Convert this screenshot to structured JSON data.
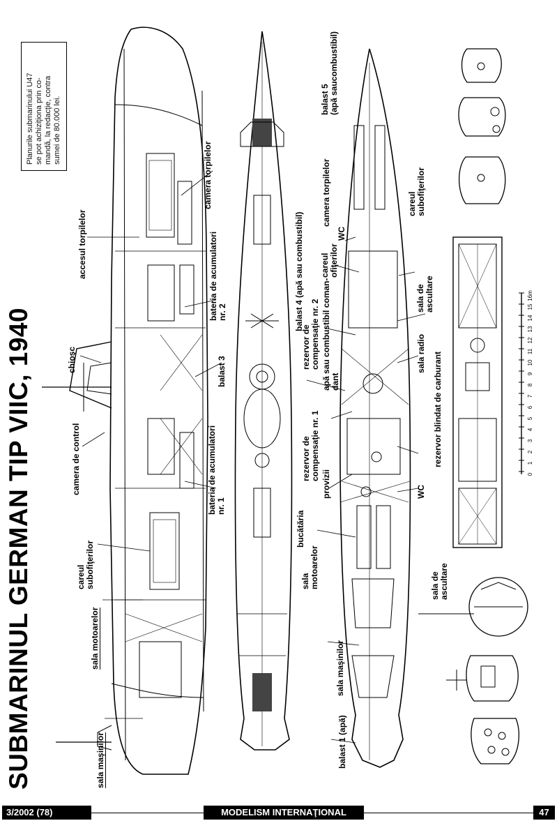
{
  "title": "SUBMARINUL GERMAN TIP VIIC, 1940",
  "note_lines": [
    "Planurile submarinului U47",
    "se pot achiziţiona prin co-",
    "mandă, la redacţie, contra",
    "sumei de 80.000 lei."
  ],
  "labels": {
    "sala_masinilor_side": [
      "sala maşinilor"
    ],
    "sala_motoarelor_side": [
      "sala motoarelor"
    ],
    "careul_subofiterilor_side": [
      "careul",
      "subofiţerilor"
    ],
    "camera_de_control": [
      "camera de control"
    ],
    "chiosc": [
      "chioşc"
    ],
    "accesul_torpilelor": [
      "accesul torpilelor"
    ],
    "camera_torpilelor_side": [
      "camera torpilelor"
    ],
    "bateria_2": [
      "bateria de acumulatori",
      "nr. 2"
    ],
    "balast_3": [
      "balast 3"
    ],
    "bateria_1": [
      "bateria de acumulatori",
      "nr. 1"
    ],
    "balast_4": [
      "balast 4 (apă sau combustibil)"
    ],
    "rezervor_comp_2": [
      "rezervor de",
      "compensaţie nr. 2"
    ],
    "apa_sau_combustibil": [
      "apă sau combustibil coman-",
      "dant"
    ],
    "careul_ofiterilor": [
      "careul",
      "ofiţerilor"
    ],
    "wc_top": [
      "WC"
    ],
    "camera_torpilelor_plan": [
      "camera torpilelor"
    ],
    "balast_5": [
      "balast 5",
      "(apă saucombustibil)"
    ],
    "careul_subofiterilor_plan": [
      "careul",
      "subofiţerilor"
    ],
    "sala_de_ascultare_plan": [
      "sala de",
      "ascultare"
    ],
    "sala_radio": [
      "sala radio"
    ],
    "rezervor_blindat": [
      "rezervor blindat de carburant"
    ],
    "wc_bottom": [
      "WC"
    ],
    "rezervor_comp_1": [
      "rezervor de",
      "compensaţie nr. 1"
    ],
    "provizii": [
      "provizii"
    ],
    "bucataria": [
      "bucătăria"
    ],
    "sala_motoarelor_plan": [
      "sala",
      "motoarelor"
    ],
    "sala_masinilor_plan": [
      "sala maşinilor"
    ],
    "balast_1": [
      "balast 1 (apă)"
    ],
    "sala_de_ascultare_section": [
      "sala de",
      "ascultare"
    ]
  },
  "scale": {
    "numbers": [
      "0",
      "1",
      "2",
      "3",
      "4",
      "5",
      "6",
      "7",
      "8",
      "9",
      "10",
      "11",
      "12",
      "13",
      "14",
      "15",
      "16m"
    ]
  },
  "footer": {
    "issue": "3/2002 (78)",
    "magazine": "MODELISM INTERNAŢIONAL",
    "page": "47"
  }
}
